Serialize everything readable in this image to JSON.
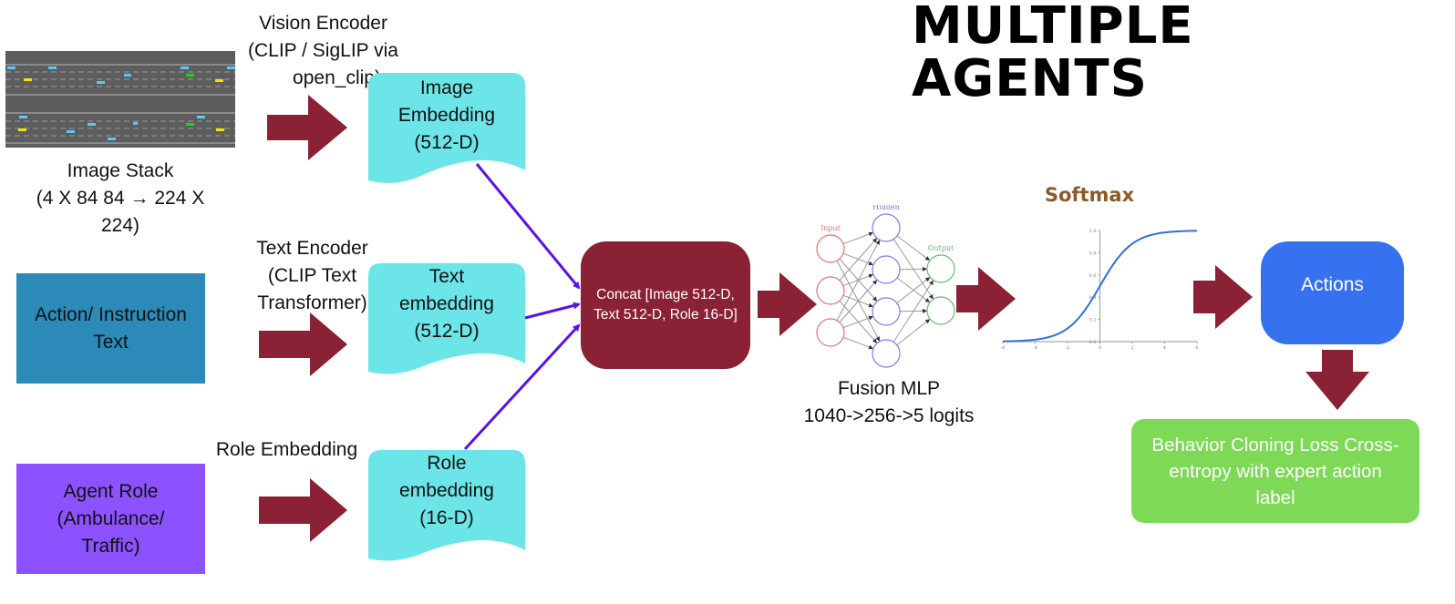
{
  "title": "MULTIPLE AGENTS",
  "inputs": {
    "image_stack": {
      "label_lines": [
        "Image Stack",
        "(4 X 84  84 → 224 X",
        "224)"
      ],
      "thumbnail": "highway-lanes-image"
    },
    "instruction_text": {
      "label_lines": [
        "Action/ Instruction",
        "Text"
      ],
      "color": "#2b8ab8"
    },
    "agent_role": {
      "label_lines": [
        "Agent Role",
        "(Ambulance/",
        "Traffic)"
      ],
      "color": "#8c52ff"
    }
  },
  "encoders": {
    "vision": {
      "label_lines": [
        "Vision Encoder",
        "(CLIP / SigLIP via",
        "open_clip)"
      ]
    },
    "text": {
      "label_lines": [
        "Text Encoder",
        "(CLIP Text",
        "Transformer)"
      ]
    },
    "role": {
      "label_lines": [
        "Role Embedding"
      ]
    }
  },
  "embeddings": {
    "image": {
      "label_lines": [
        "Image",
        "Embedding",
        "(512-D)"
      ]
    },
    "text": {
      "label_lines": [
        "Text",
        "embedding",
        "(512-D)"
      ]
    },
    "role": {
      "label_lines": [
        "Role",
        "embedding",
        "(16-D)"
      ]
    },
    "color": "#6ce5e8"
  },
  "concat": {
    "label_lines": [
      "Concat [Image 512-D,",
      "Text 512-D, Role 16-D]"
    ],
    "color": "#8b2134"
  },
  "fusion_mlp": {
    "label_lines": [
      "Fusion MLP",
      "1040->256->5 logits"
    ],
    "layers": [
      {
        "name": "Input",
        "nodes": 3,
        "color": "#e57373"
      },
      {
        "name": "Hidden",
        "nodes": 4,
        "color": "#7b7bea"
      },
      {
        "name": "Output",
        "nodes": 2,
        "color": "#66bb6a"
      }
    ]
  },
  "softmax": {
    "title": "Softmax",
    "title_color": "#8a5a2b",
    "curve_color": "#2f6fe0",
    "x_ticks": [
      "-6",
      "-4",
      "-2",
      "0",
      "2",
      "4",
      "6"
    ],
    "y_ticks": [
      "0.0",
      "0.2",
      "0.4",
      "0.6",
      "0.8",
      "1.0"
    ],
    "x_range": [
      -6,
      6
    ],
    "y_range": [
      0,
      1
    ]
  },
  "actions": {
    "label": "Actions",
    "color": "#3672f0"
  },
  "loss": {
    "label_lines": [
      "Behavior Cloning Loss Cross-",
      "entropy with expert action",
      "label"
    ],
    "color": "#7ed957"
  },
  "arrow_color": "#8b2134",
  "connector_color": "#5a12e6"
}
